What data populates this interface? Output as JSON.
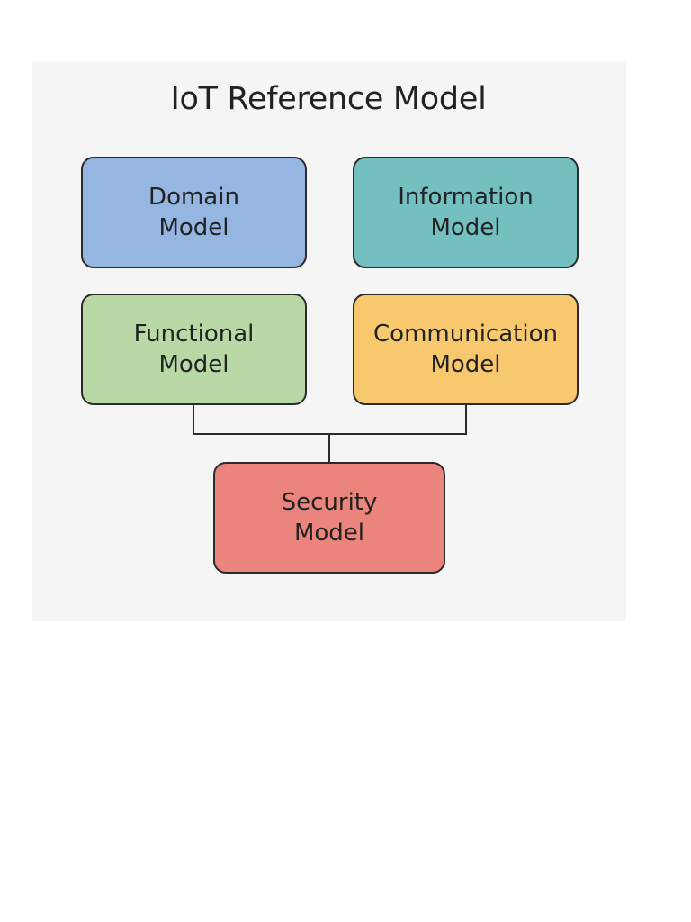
{
  "diagram": {
    "title": "IoT Reference Model",
    "colors": {
      "background": "#f5f5f5",
      "border": "#2b2b2b",
      "domain": "#94b6e1",
      "information": "#74c0c0",
      "functional": "#b8d9a5",
      "communication": "#f8c86e",
      "security": "#ec847e"
    },
    "nodes": {
      "domain": {
        "line1": "Domain",
        "line2": "Model"
      },
      "information": {
        "line1": "Information",
        "line2": "Model"
      },
      "functional": {
        "line1": "Functional",
        "line2": "Model"
      },
      "communication": {
        "line1": "Communication",
        "line2": "Model"
      },
      "security": {
        "line1": "Security",
        "line2": "Model"
      }
    },
    "edges": [
      {
        "from": "functional",
        "to": "security"
      },
      {
        "from": "communication",
        "to": "security"
      }
    ]
  }
}
